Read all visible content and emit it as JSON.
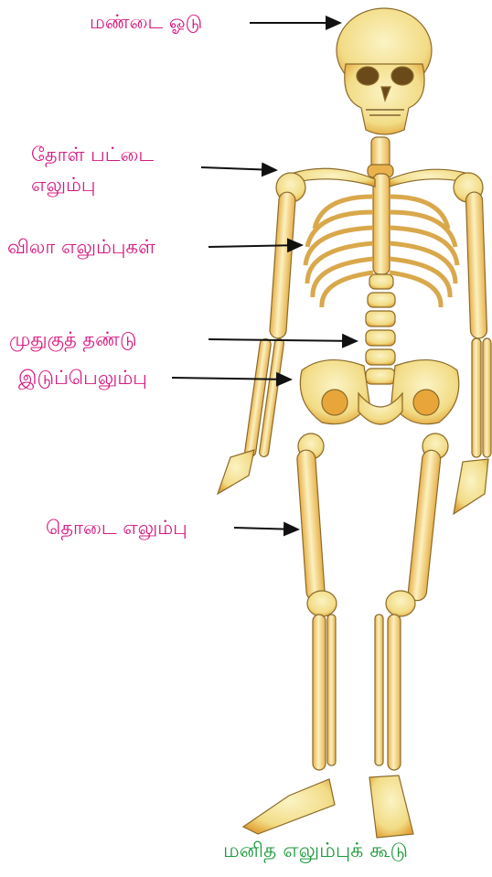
{
  "labels": {
    "skull": "மண்டை ஓடு",
    "collarbone_line1": "தோள் பட்டை",
    "collarbone_line2": "எலும்பு",
    "ribs": "விலா எலும்புகள்",
    "spine": "முதுகுத் தண்டு",
    "hip": "இடுப்பெலும்பு",
    "femur": "தொடை எலும்பு"
  },
  "caption": "மனித எலும்புக் கூடு",
  "colors": {
    "label": "#d6177f",
    "caption": "#1e9a3c",
    "bone": "#f6e9a2",
    "bone_shade": "#e8a63a",
    "outline": "#8a6a2a",
    "arrow": "#111111"
  }
}
